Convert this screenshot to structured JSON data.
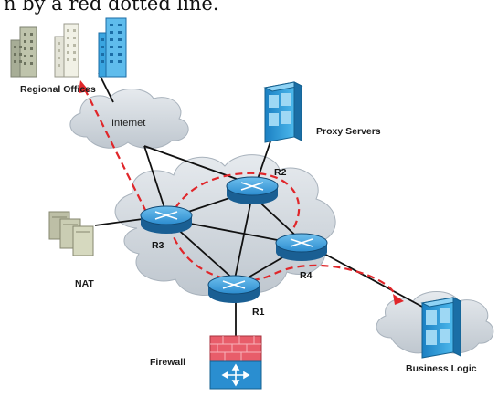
{
  "caption": "n by a red dotted line.",
  "labels": {
    "regional_offices": "Regional Offices",
    "internet": "Internet",
    "proxy_servers": "Proxy Servers",
    "nat": "NAT",
    "firewall": "Firewall",
    "business_logic": "Business Logic"
  },
  "routers": [
    "R1",
    "R2",
    "R3",
    "R4"
  ],
  "colors": {
    "cloud": "#cfd6dc",
    "router": "#1e7fc4",
    "server": "#2aa0dd",
    "path": "#e0262a",
    "firewall_wall": "#e85d6a"
  }
}
